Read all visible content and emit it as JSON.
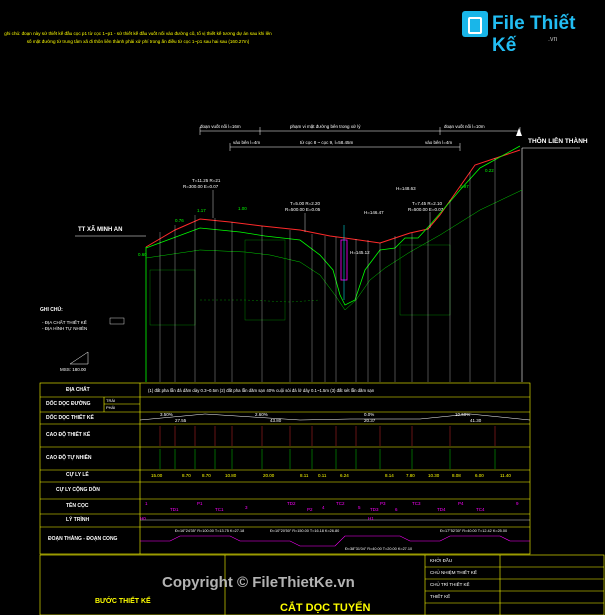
{
  "watermark": {
    "logo_text": "File Thiết Kế",
    "logo_domain": ".vn",
    "copyright": "Copyright © FileThietKe.vn"
  },
  "note_text": "ghi chú: đoạn này sử thiết kế đầu cọc p1 từ cọc 1~p1 - sử thiết kế đầu vuốt nối vào đường cũ, tổ vị thiết kế tương dự án sau khi lên số mặt đường từ trung tâm xã đi thôn liên thành phải xử phí trong ấn điều từ cọc 1~p1 sau hai sau (160.27m)",
  "labels": {
    "left_terminus": "TT XÃ MINH AN",
    "right_terminus": "THÔN LIÊN THÀNH",
    "section_top1": "đoạn vuốt nối l=16m",
    "section_top2": "phạm vi mặt đường bên trong xử lý",
    "section_top3": "đoạn vuốt nối l=10m",
    "section_sub1": "vào bên l=4m",
    "section_sub2": "từ cọc 8 ~ cọc 9, l=58.45m",
    "section_sub3": "vào bên l=4m",
    "legend_title": "GHI CHÚ:",
    "legend_line1": "- ĐỊA CHẤT THIẾT KẾ",
    "legend_line2": "- ĐỊA HÌNH TỰ NHIÊN",
    "scale_label": "MSS: 180.00",
    "curve1_a": "T=11.25  R=21",
    "curve1_b": "R=300.00  E=0.07",
    "curve2_a": "T=5.00  R=2.20",
    "curve2_b": "R=500.00  E=0.05",
    "curve3_a": "T=7.45  R=2.10",
    "curve3_b": "R=500.00  E=0.07",
    "pipe_label": "H=148.63",
    "pipe_label2": "H=146.47",
    "pipe_label3": "H=145.12",
    "level_a": "0.60",
    "level_b": "0.76",
    "level_c": "1.17",
    "level_d": "1.00",
    "level_e": "0.97",
    "level_f": "0.22"
  },
  "table": {
    "rows": [
      {
        "header": "ĐỊA CHẤT",
        "content": "(1) đất pha lẫn đá dăm dày 0.3~0.5m    (2) đất pha lẫn dăm sạn 40% cuội sỏi đá lở dày 0.1~1.5m    (3) đất sét lẫn dăm sạn"
      },
      {
        "header": "DỐC DỌC ĐƯỜNG",
        "sub1": "TRÁI",
        "sub2": "PHẢI"
      },
      {
        "header": "DỐC DỌC THIẾT KẾ"
      },
      {
        "header": "CAO ĐỘ THIẾT KẾ"
      },
      {
        "header": "CAO ĐỘ TỰ NHIÊN"
      },
      {
        "header": "CỰ LY LẺ"
      },
      {
        "header": "CỰ LY CỘNG DỒN"
      },
      {
        "header": "TÊN CỌC"
      },
      {
        "header": "LÝ TRÌNH"
      },
      {
        "header": "ĐOẠN THẲNG - ĐOẠN CONG"
      }
    ],
    "grades": [
      "3.50%",
      "2.60%",
      "0.0%",
      "10.60%"
    ],
    "grade_lengths": [
      "27.55",
      "43.80",
      "20.37",
      "41.30"
    ],
    "distances": [
      "15.00",
      "8.70",
      "8.70",
      "10.80",
      "20.00",
      "8.11",
      "0.11",
      "6.24",
      "8.14",
      "7.80",
      "10.30",
      "8.08",
      "6.00",
      "11.40"
    ],
    "stakes": [
      "1",
      "TD1",
      "P1",
      "TC1",
      "3",
      "TD2",
      "P2",
      "4",
      "TC2",
      "5",
      "TD3",
      "P3",
      "6",
      "TC3",
      "TD4",
      "P4",
      "TC4",
      "9"
    ],
    "chainage": [
      "H0",
      "H1"
    ],
    "curves": [
      "Đ=16°24'35\"  R=100.00  T=13.75  K=27.18",
      "Đ=10°20'50\"  R=150.00  T=16.18  K=26.80",
      "Đ=38°31'04\"  R=40.00  T=20.00  K=27.10",
      "Đ=17°52'30\"  R=40.00  T=12.42  K=25.00"
    ]
  },
  "title_block": {
    "project_row": "KHỞI ĐẦU",
    "role1": "CHỦ NHIỆM THIẾT KẾ",
    "role2": "CHỦ TRÌ THIẾT KẾ",
    "role3": "THIẾT KẾ",
    "step": "BƯỚC THIẾT KẾ",
    "drawing_title": "CẮT DỌC TUYẾN"
  }
}
